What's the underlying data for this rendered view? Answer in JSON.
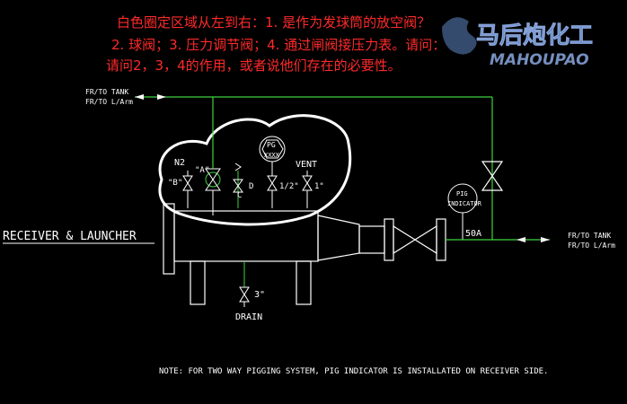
{
  "question": {
    "line1": "白色圈定区域从左到右：1. 是作为发球筒的放空阀？",
    "line2": "2. 球阀；3. 压力调节阀；4. 通过闸阀接压力表。请问：",
    "line3": "请问2，3，4的作用，或者说他们存在的必要性。"
  },
  "watermark": {
    "cn": "马后炮化工",
    "en": "MAHOUPAO"
  },
  "diagram": {
    "top_left_line1": "FR/TO TANK",
    "top_left_line2": "FR/TO L/Arm",
    "right_line1": "FR/TO TANK",
    "right_line2": "FR/TO L/Arm",
    "title": "RECEIVER & LAUNCHER",
    "n2_label": "N2",
    "b_label": "\"B\"",
    "a_label": "\"A\"",
    "c_label": "C",
    "d_label": "D",
    "pg_tag": "PG",
    "pg_number": "XXXX",
    "vent_label": "VENT",
    "half_inch": "1/2\"",
    "one_inch": "1\"",
    "pig_tag1": "PIG",
    "pig_tag2": "INDICATOR",
    "size_label": "50A",
    "drain_size": "3\"",
    "drain_label": "DRAIN",
    "note": "NOTE: FOR TWO WAY PIGGING SYSTEM, PIG INDICATOR IS INSTALLATED ON RECEIVER SIDE."
  },
  "colors": {
    "background": "#000000",
    "line_white": "#ffffff",
    "line_green": "#3fd23f",
    "question_red": "#ff2a2a",
    "watermark_blue": "#2f5fb0"
  }
}
